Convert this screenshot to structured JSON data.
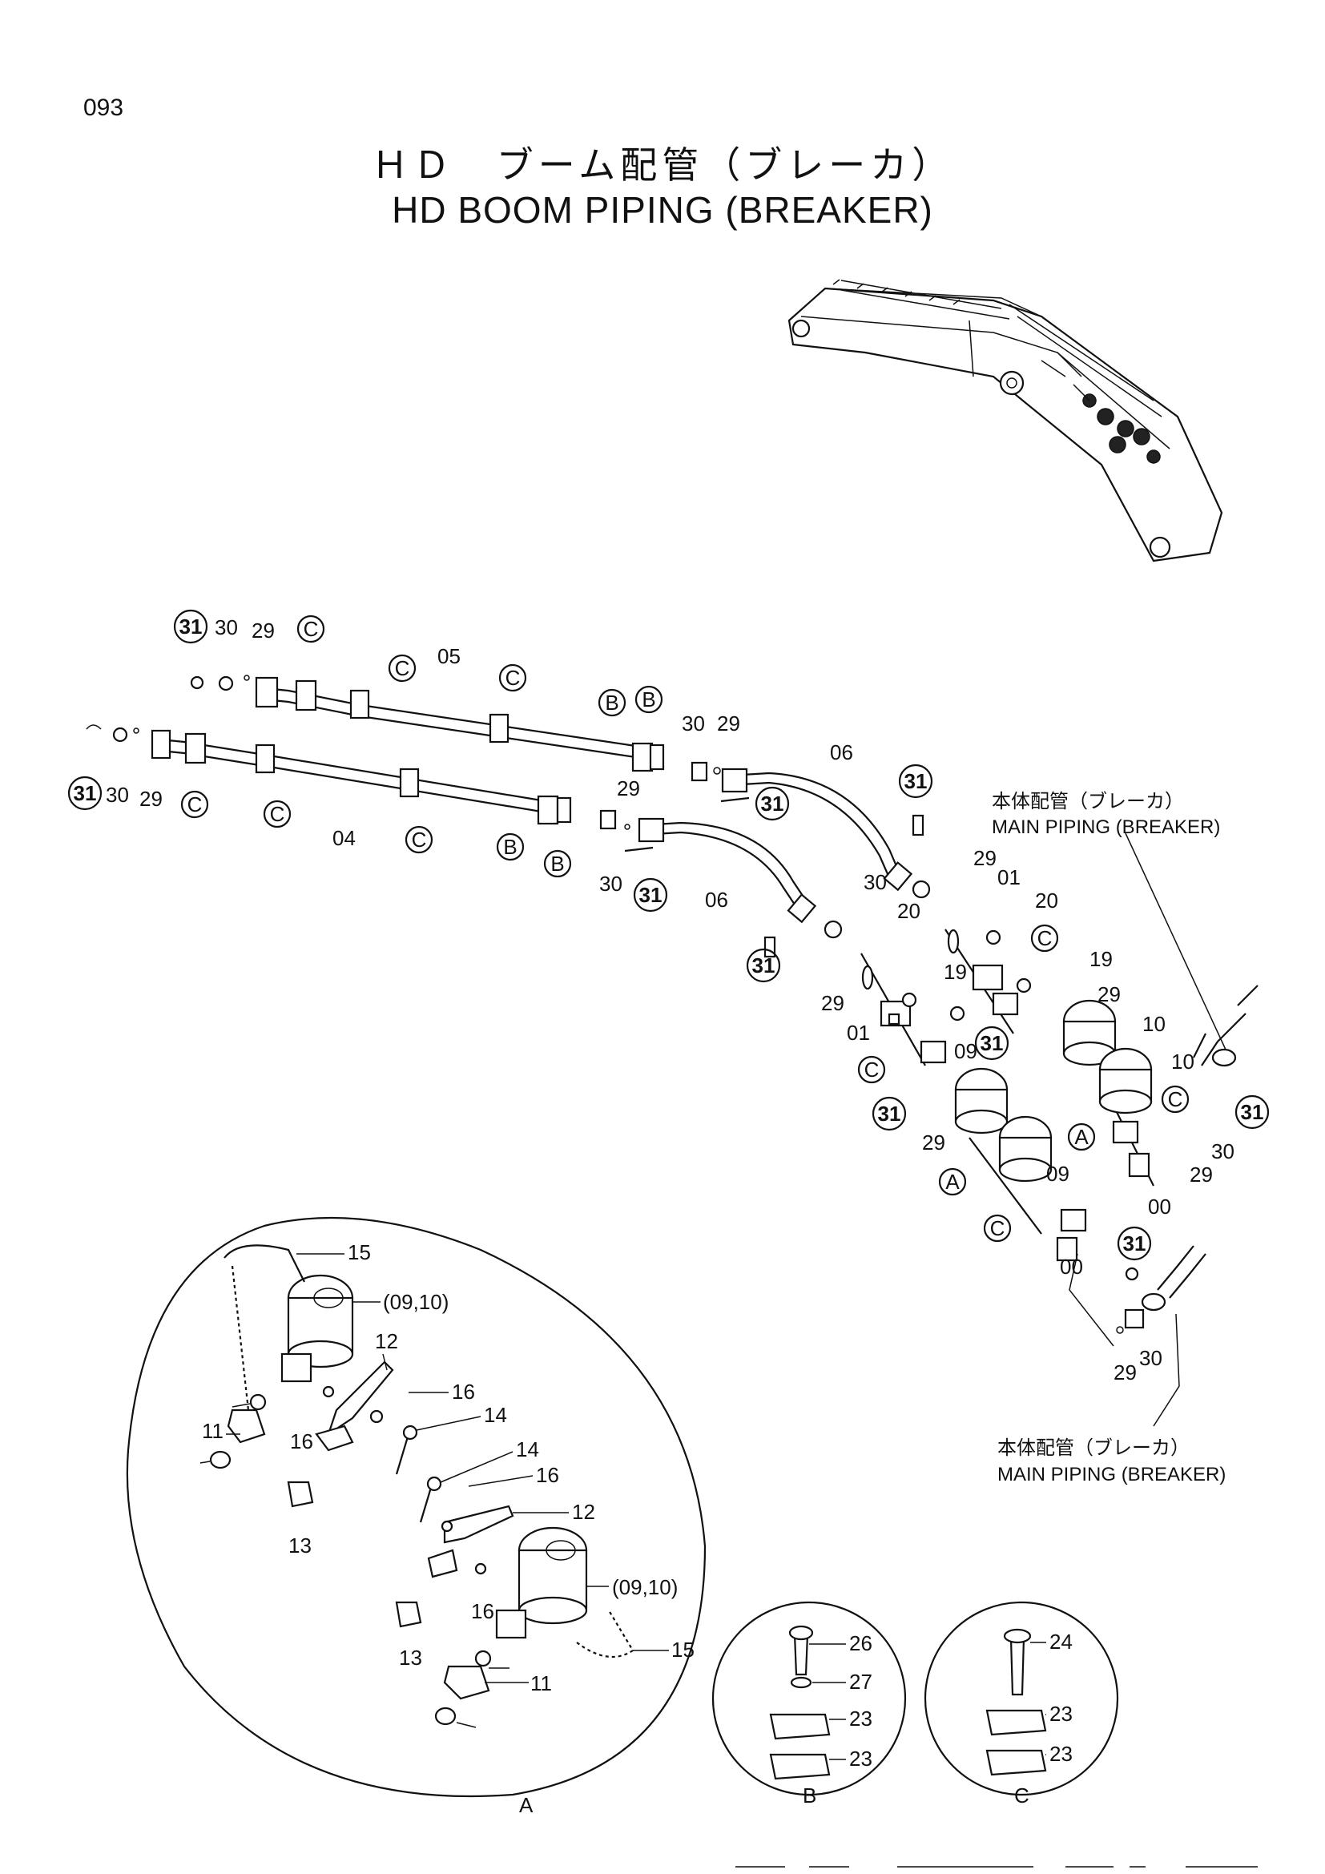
{
  "page_number": "093",
  "title": {
    "jp": "ＨＤ　ブーム配管（ブレーカ）",
    "en": "HD  BOOM  PIPING (BREAKER)"
  },
  "notes": {
    "main_piping_jp": "本体配管（ブレーカ）",
    "main_piping_en": "MAIN PIPING (BREAKER)"
  },
  "callouts": {
    "c31": "31",
    "A": "A",
    "B": "B",
    "C": "C"
  },
  "detail_labels": {
    "A": "A",
    "B": "B",
    "C": "C"
  },
  "parts": {
    "p00": "00",
    "p01": "01",
    "p04": "04",
    "p05": "05",
    "p06": "06",
    "p09": "09",
    "p10": "10",
    "p11": "11",
    "p12": "12",
    "p13": "13",
    "p14": "14",
    "p15": "15",
    "p16": "16",
    "p19": "19",
    "p20": "20",
    "p23": "23",
    "p24": "24",
    "p26": "26",
    "p27": "27",
    "p29": "29",
    "p30": "30",
    "p0910": "(09,10)"
  }
}
